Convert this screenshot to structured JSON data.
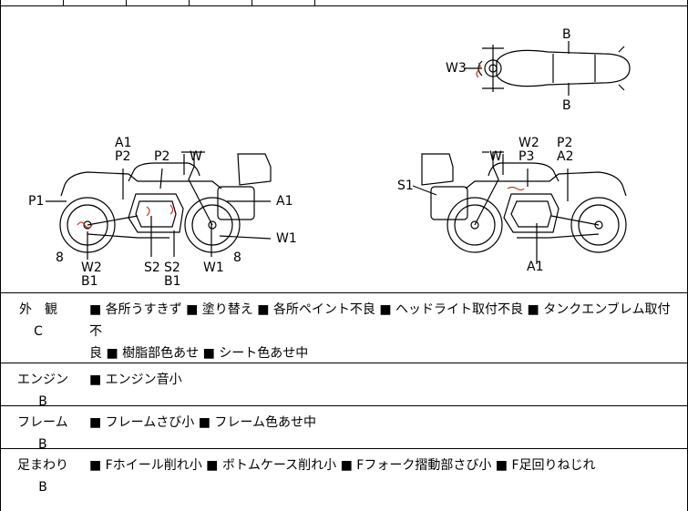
{
  "diagram": {
    "labels": {
      "top_b_top": "B",
      "top_w3": "W3",
      "top_b_bottom": "B",
      "l_a1": "A1",
      "l_p2a": "P2",
      "l_p2b": "P2",
      "l_w": "W",
      "l_p1": "P1",
      "l_a1r": "A1",
      "l_w1r": "W1",
      "l_8a": "8",
      "l_8b": "8",
      "l_w2": "W2",
      "l_b1a": "B1",
      "l_s2a": "S2",
      "l_s2b": "S2",
      "l_b1b": "B1",
      "l_w1": "W1",
      "r_w2": "W2",
      "r_p2": "P2",
      "r_w": "W",
      "r_p3": "P3",
      "r_a2": "A2",
      "r_s1": "S1",
      "r_a1": "A1"
    },
    "colors": {
      "line": "#000000",
      "damage": "#c0392b"
    }
  },
  "conditions": [
    {
      "category": "外　観",
      "grade": "C",
      "line1": "■ 各所うすきず ■ 塗り替え ■ 各所ペイント不良 ■ ヘッドライト取付不良 ■ タンクエンブレム取付不",
      "line2": "良 ■ 樹脂部色あせ ■ シート色あせ中"
    },
    {
      "category": "エンジン",
      "grade": "B",
      "line1": "■ エンジン音小",
      "line2": ""
    },
    {
      "category": "フレーム",
      "grade": "B",
      "line1": "■ フレームさび小 ■ フレーム色あせ中",
      "line2": ""
    },
    {
      "category": "足まわり",
      "grade": "B",
      "line1": "■ Fホイール削れ小 ■ ボトムケース削れ小 ■ Fフォーク摺動部さび小 ■ F足回りねじれ",
      "line2": ""
    }
  ]
}
